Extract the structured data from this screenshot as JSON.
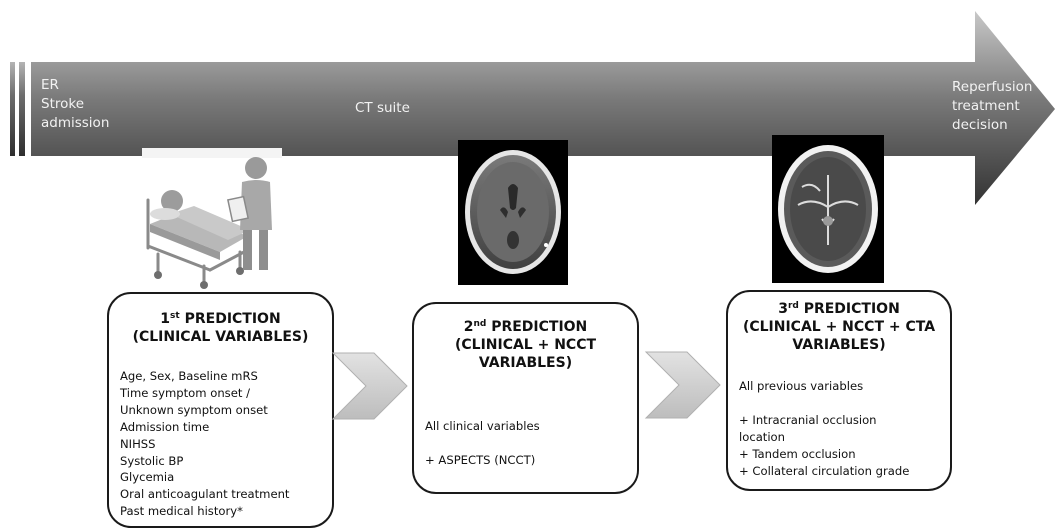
{
  "timeline": {
    "start_label": "ER\nStroke\nadmission",
    "middle_label": "CT suite",
    "end_label": "Reperfusion\ntreatment\ndecision"
  },
  "predictions": [
    {
      "ordinal_num": "1",
      "ordinal_suffix": "st",
      "title": "PREDICTION",
      "subtitle": "(CLINICAL VARIABLES)",
      "items": [
        "Age, Sex, Baseline mRS",
        "Time symptom onset /",
        "Unknown symptom onset",
        "Admission time",
        "NIHSS",
        "Systolic BP",
        "Glycemia",
        "Oral anticoagulant treatment",
        "Past medical history*"
      ]
    },
    {
      "ordinal_num": "2",
      "ordinal_suffix": "nd",
      "title": "PREDICTION",
      "subtitle": "(CLINICAL + NCCT\nVARIABLES)",
      "items": [
        "All clinical variables",
        "",
        "+ ASPECTS (NCCT)"
      ]
    },
    {
      "ordinal_num": "3",
      "ordinal_suffix": "rd",
      "title": "PREDICTION",
      "subtitle": "(CLINICAL + NCCT + CTA\nVARIABLES)",
      "items": [
        "All previous variables",
        "",
        "+ Intracranial occlusion",
        "location",
        "+ Tandem occlusion",
        "+ Collateral circulation grade"
      ]
    }
  ],
  "icons": {
    "patient_illustration": "patient-bed-doctor-icon",
    "ncct_image": "ncct-scan-image",
    "cta_image": "cta-scan-image",
    "transition_arrow": "chevron-right-icon"
  },
  "colors": {
    "arrow_dark": "#3a3a3a",
    "arrow_light": "#c9c9c9",
    "chevron": "#cfcfcf",
    "box_border": "#1a1a1a"
  }
}
